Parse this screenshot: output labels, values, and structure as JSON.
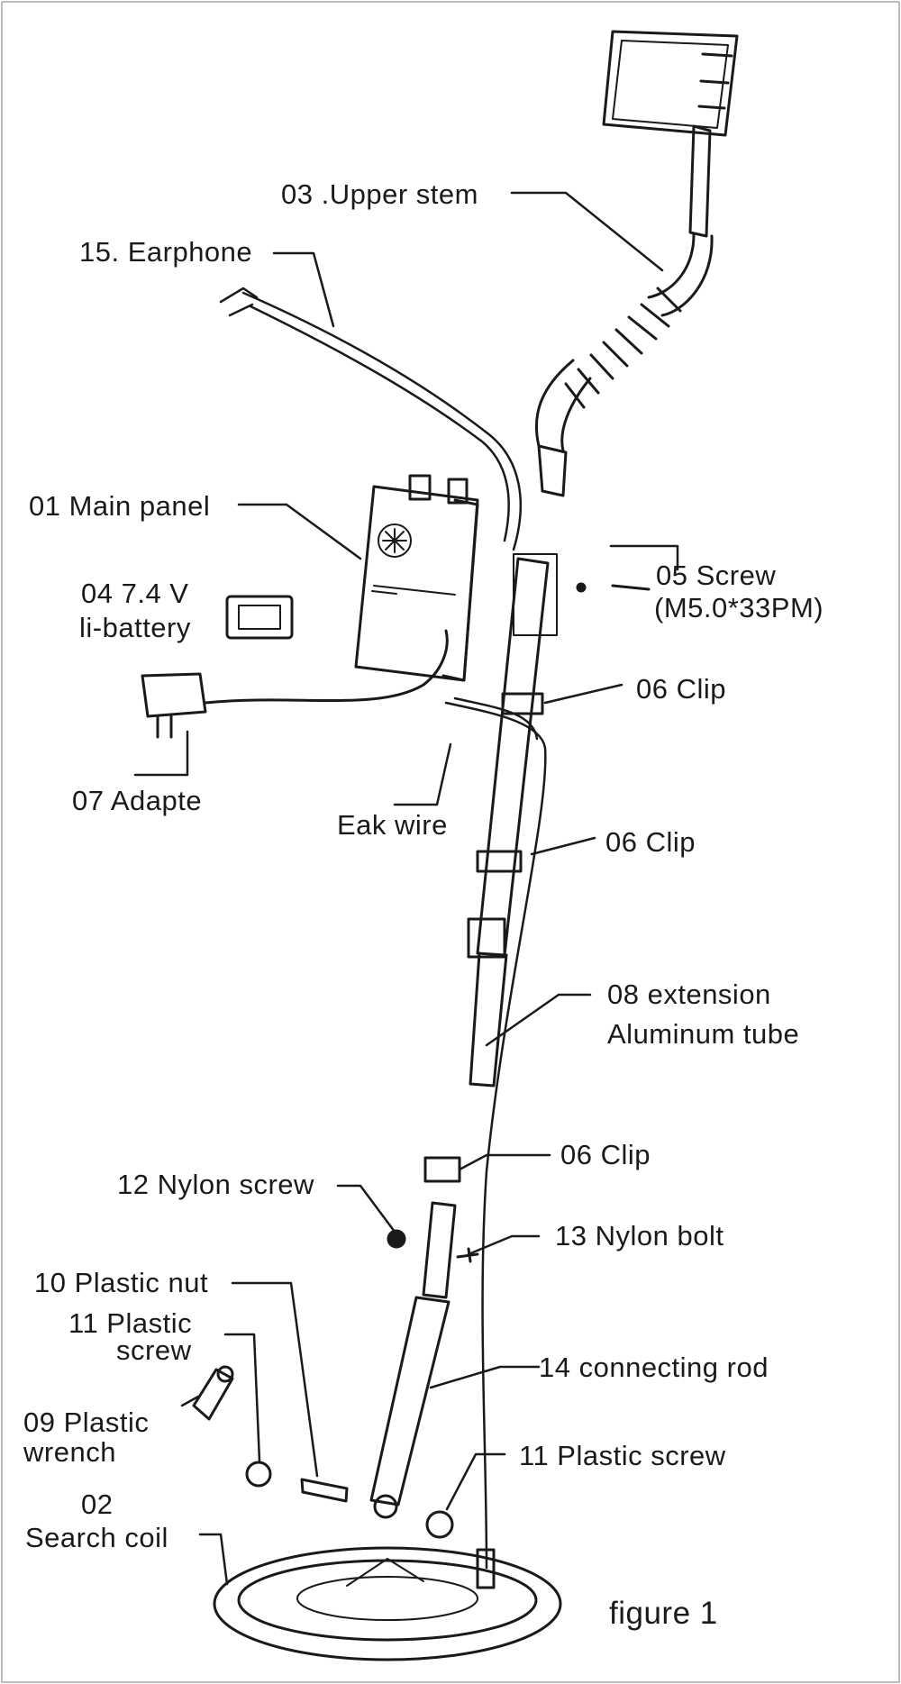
{
  "labels": {
    "upper_stem": "03 .Upper stem",
    "earphone": "15. Earphone",
    "main_panel": "01 Main panel",
    "battery_line1": "04  7.4 V",
    "battery_line2": "li-battery",
    "screw_line1": "05 Screw",
    "screw_line2": "(M5.0*33PM)",
    "clip_1": "06 Clip",
    "adapter": "07 Adapte",
    "leak_wire": "Eak wire",
    "clip_2": "06 Clip",
    "extension_line1": "08 extension",
    "extension_line2": "Aluminum tube",
    "clip_3": "06 Clip",
    "nylon_screw": "12 Nylon screw",
    "nylon_bolt": "13 Nylon bolt",
    "plastic_nut": "10 Plastic nut",
    "plastic_screw_a_line1": "11 Plastic",
    "plastic_screw_a_line2": "screw",
    "connecting_rod": "14 connecting rod",
    "wrench_line1": "09  Plastic",
    "wrench_line2": "wrench",
    "plastic_screw_b": "11 Plastic screw",
    "search_coil_line1": "02",
    "search_coil_line2": "Search coil",
    "figure_caption": "figure 1"
  },
  "colors": {
    "ink": "#1a1a1a",
    "frame": "#bdbdbd"
  }
}
